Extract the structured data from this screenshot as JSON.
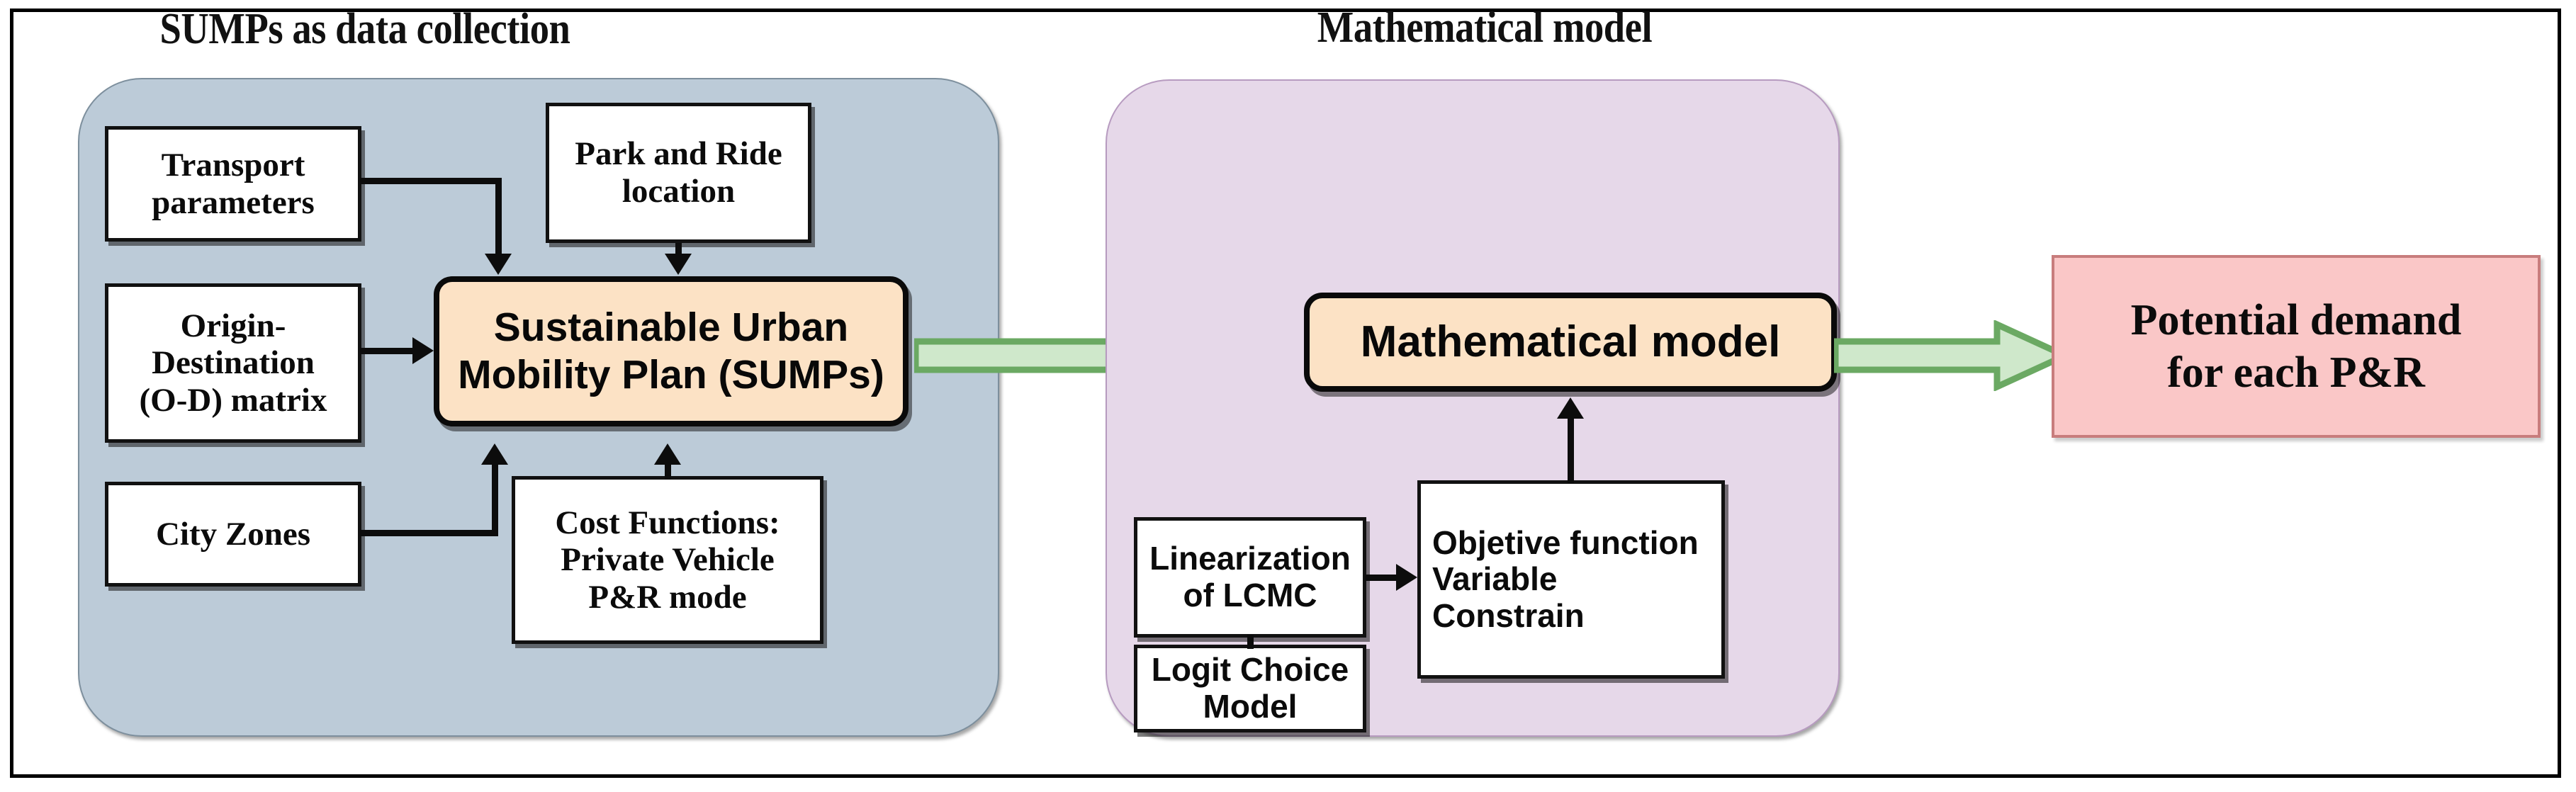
{
  "diagram": {
    "title_left": "SUMPs as data collection",
    "title_right": "Mathematical model",
    "colors": {
      "panel_blue": "#BCCBD8",
      "panel_purple": "#E6D8E9",
      "process_peach": "#FCE2C5",
      "output_pink": "#FAC7C7",
      "output_pink_border": "#C87D7D",
      "green_arrow_fill": "#CFE8CB",
      "green_arrow_border": "#6BA963",
      "connector_black": "#0C0C0C"
    }
  },
  "left_group": {
    "label": "SUMPs as data collection",
    "inputs": [
      {
        "id": "transport-parameters",
        "text": "Transport\nparameters"
      },
      {
        "id": "park-and-ride-location",
        "text": "Park and Ride\nlocation"
      },
      {
        "id": "od-matrix",
        "text": "Origin-\nDestination\n(O-D) matrix"
      },
      {
        "id": "city-zones",
        "text": "City Zones"
      },
      {
        "id": "cost-functions",
        "text": "Cost Functions:\nPrivate Vehicle\nP&R mode"
      }
    ],
    "process": {
      "id": "sumps",
      "text": "Sustainable Urban\nMobility Plan (SUMPs)"
    }
  },
  "right_group": {
    "label": "Mathematical model",
    "process": {
      "id": "mathematical-model",
      "text": "Mathematical model"
    },
    "boxes": [
      {
        "id": "linearization-of-lcmc",
        "text": "Linearization\nof LCMC"
      },
      {
        "id": "logit-choice-model",
        "text": "Logit Choice\nModel"
      },
      {
        "id": "objective-function",
        "text": "Objetive function\nVariable\nConstrain"
      }
    ]
  },
  "output": {
    "id": "potential-demand",
    "text": "Potential demand\nfor each P&R"
  }
}
